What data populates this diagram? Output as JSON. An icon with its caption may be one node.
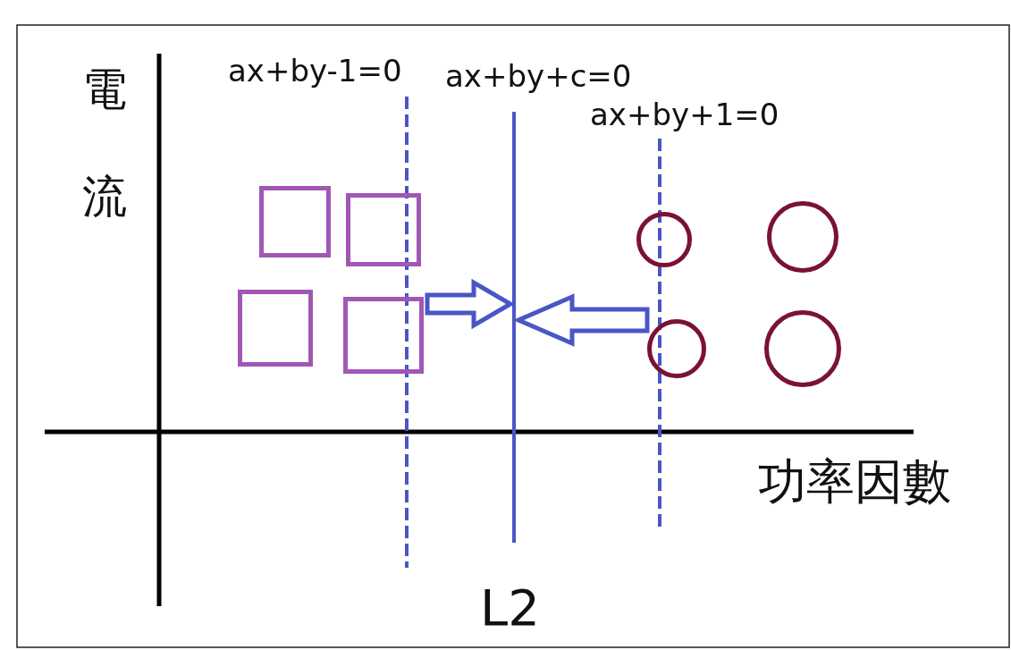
{
  "diagram": {
    "nodes": [
      {
        "text": [],
        "shape": "box"
      },
      {
        "text": [],
        "shape": "box"
      },
      {
        "text": [],
        "shape": "box"
      },
      {
        "text": [],
        "shape": "box"
      },
      {
        "text": [],
        "shape": "circle"
      },
      {
        "text": [],
        "shape": "circle"
      },
      {
        "text": [],
        "shape": "circle"
      },
      {
        "text": [],
        "shape": "circle"
      }
    ],
    "labels": [
      "電流",
      "ax+by-1=0",
      "ax+by+c=0",
      "ax+by+1=0",
      "功率因數",
      "L2"
    ]
  }
}
